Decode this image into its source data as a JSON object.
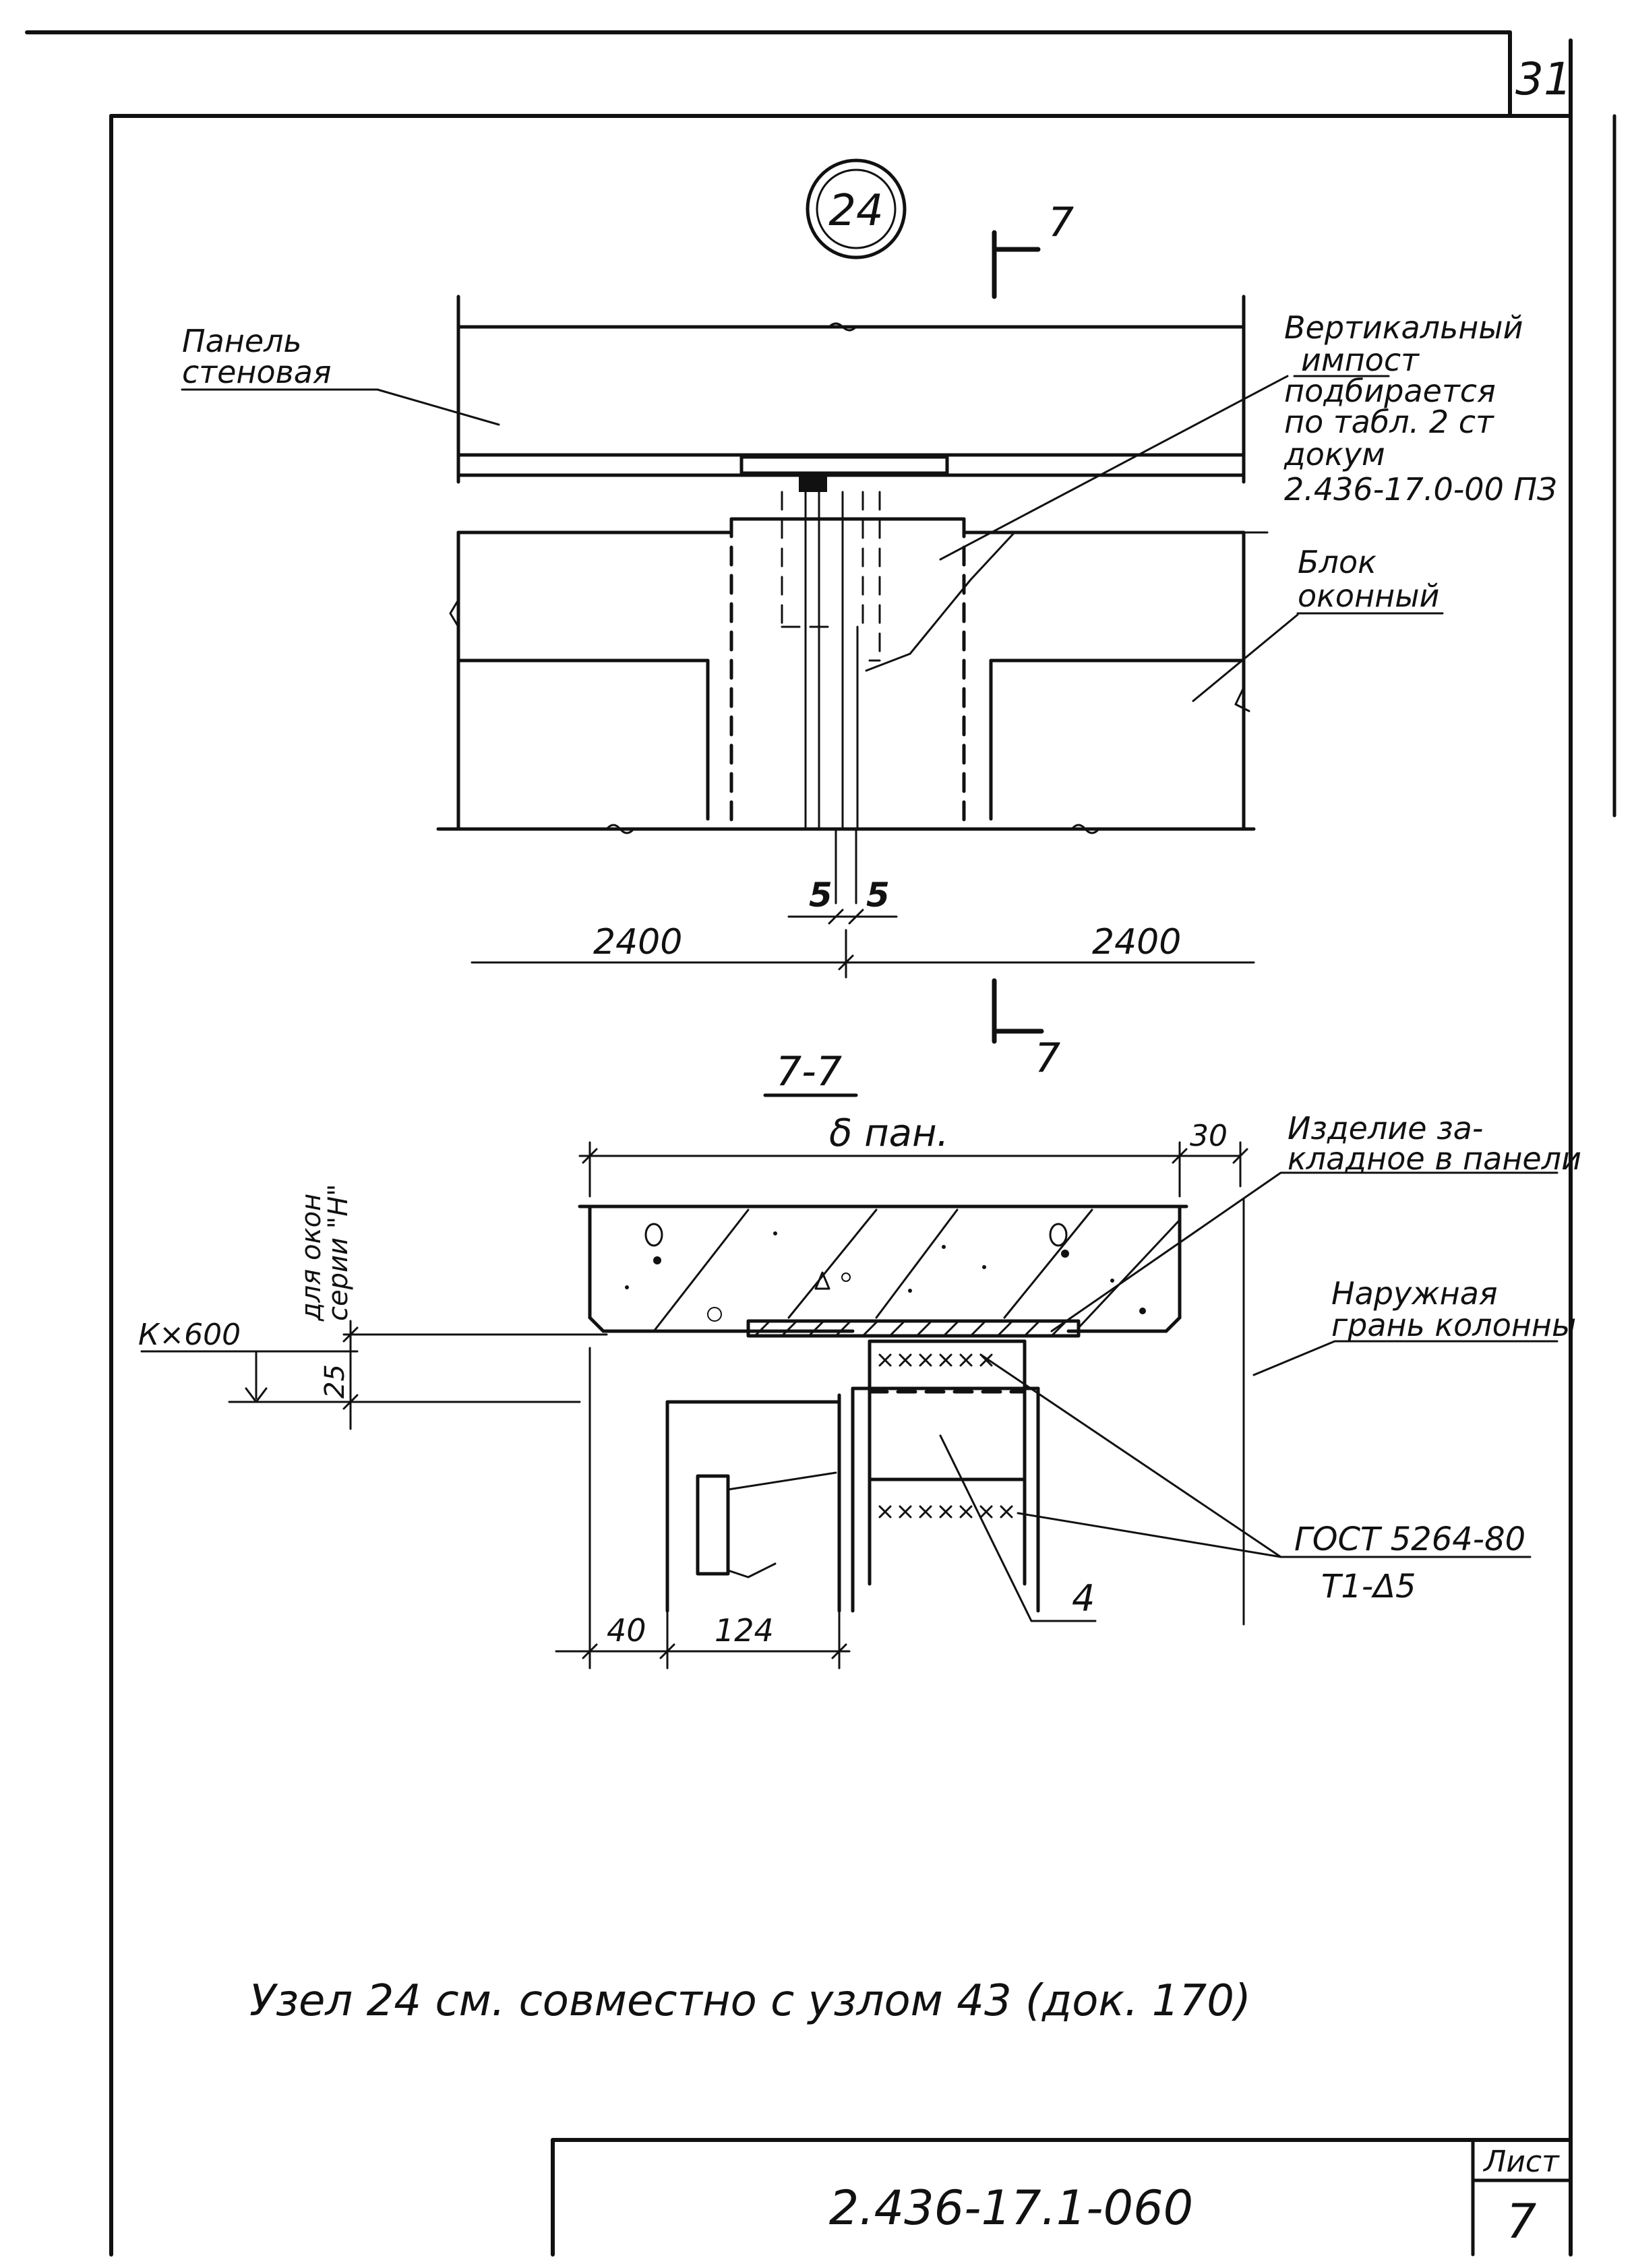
{
  "sheet": {
    "page_number": "31",
    "node_number": "24",
    "section_mark": "7",
    "section_title": "7-7",
    "document_code": "2.436-17.1-060",
    "title_block": {
      "sheet_label": "Лист",
      "sheet_number": "7"
    }
  },
  "plan_view": {
    "labels": {
      "wall_panel": [
        "Панель",
        "стеновая"
      ],
      "vertical_impost": [
        "Вертикальный",
        "импост",
        "подбирается",
        "по табл. 2 ст",
        "докум",
        "2.436-17.0-00 ПЗ"
      ],
      "window_block": [
        "Блок",
        "оконный"
      ]
    },
    "dimensions": {
      "gap_left": "5",
      "gap_right": "5",
      "span_left": "2400",
      "span_right": "2400"
    }
  },
  "section_view": {
    "labels": {
      "embedded_item": [
        "Изделие за-",
        "кладное в панели"
      ],
      "outer_face": [
        "Наружная",
        "грань колонны"
      ],
      "window_series": [
        "для окон",
        "серии \"Н\""
      ],
      "weld_standard": [
        "ГОСТ 5264-80",
        "Т1-Δ5"
      ],
      "item_callout": "4",
      "level_mark": "К×600"
    },
    "dimensions": {
      "panel_thickness": "δ пан.",
      "offset_30": "30",
      "offset_25": "25",
      "dim_40": "40",
      "dim_124": "124"
    }
  },
  "note": "Узел 24 см. совместно с узлом 43 (док. 170)"
}
